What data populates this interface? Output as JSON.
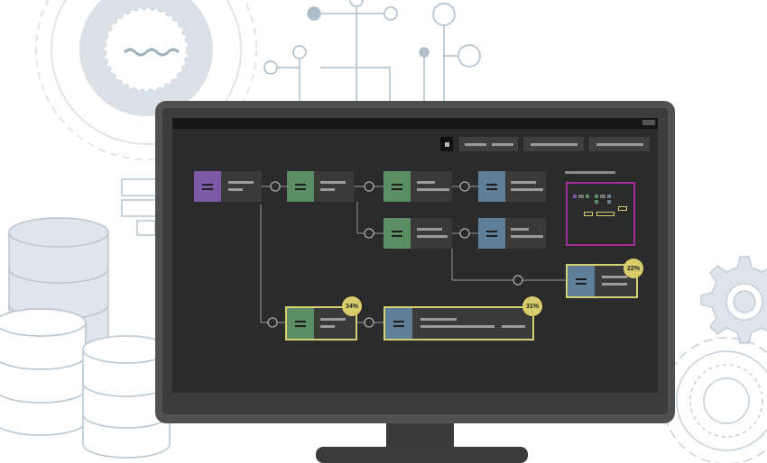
{
  "colors": {
    "screen_bg": "#2b2b2b",
    "node_bg": "#3a3a3a",
    "purple": "#7e5aa6",
    "green": "#5c8e63",
    "blue": "#5f7f98",
    "highlight": "#d7cf74",
    "minimap_border": "#a3309a",
    "illustration_line": "#aebdca"
  },
  "toolbar": {
    "buttons": [
      "square-tool",
      "tool-1",
      "tool-2",
      "tool-3"
    ]
  },
  "nodes": [
    {
      "id": "n1",
      "color": "purple",
      "highlight": false
    },
    {
      "id": "n2",
      "color": "green",
      "highlight": false
    },
    {
      "id": "n3",
      "color": "green",
      "highlight": false
    },
    {
      "id": "n4",
      "color": "blue",
      "highlight": false
    },
    {
      "id": "n5",
      "color": "green",
      "highlight": false
    },
    {
      "id": "n6",
      "color": "blue",
      "highlight": false
    },
    {
      "id": "n7",
      "color": "blue",
      "highlight": true
    },
    {
      "id": "n8",
      "color": "green",
      "highlight": true
    },
    {
      "id": "n9",
      "color": "blue",
      "highlight": true
    }
  ],
  "badges": {
    "n7": "22%",
    "n8": "34%",
    "n9": "31%"
  },
  "icons": [
    "lightbulb-icon",
    "circuit-icon",
    "database-icon",
    "gear-icon"
  ]
}
